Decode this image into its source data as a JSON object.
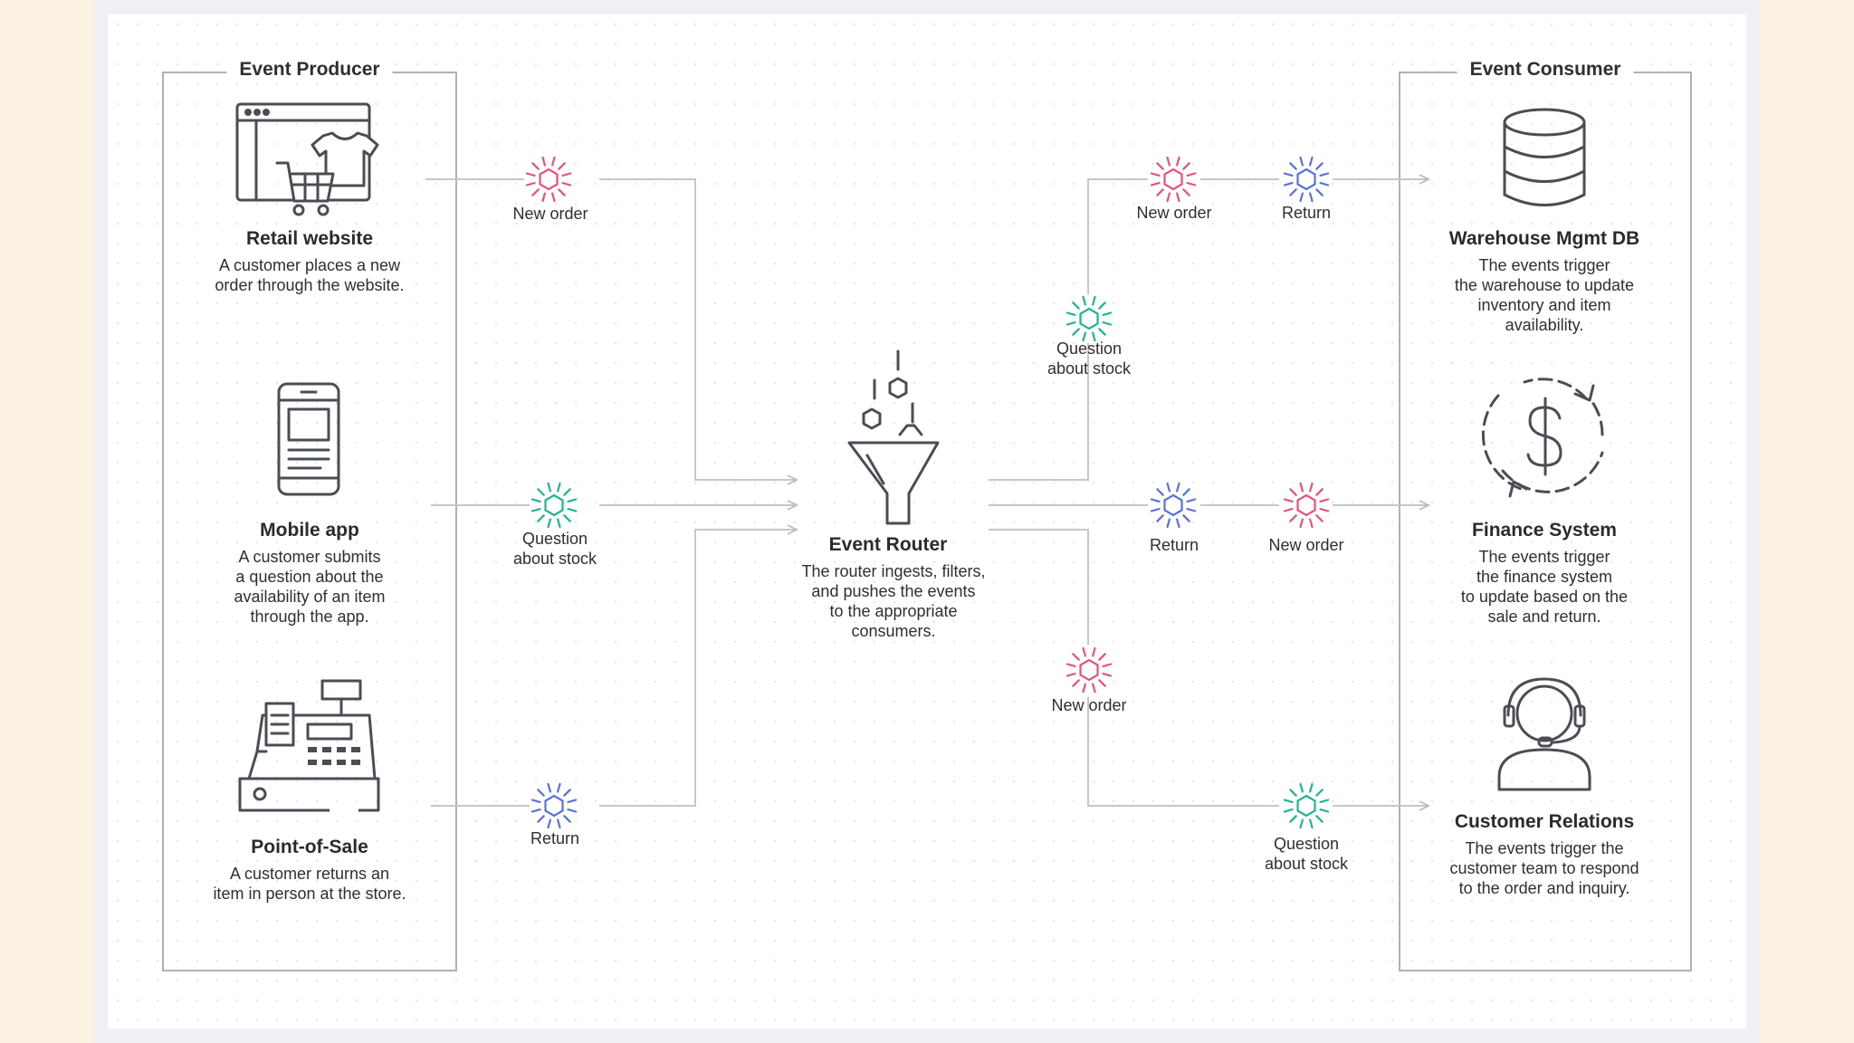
{
  "producer": {
    "title": "Event Producer",
    "nodes": [
      {
        "title": "Retail website",
        "desc_lines": [
          "A customer places a new",
          "order through the website."
        ],
        "icon": "retail-website-icon"
      },
      {
        "title": "Mobile app",
        "desc_lines": [
          "A customer submits",
          "a question about the",
          "availability of an item",
          "through the app."
        ],
        "icon": "mobile-phone-icon"
      },
      {
        "title": "Point-of-Sale",
        "desc_lines": [
          "A customer returns an",
          "item in person at the store."
        ],
        "icon": "cash-register-icon"
      }
    ]
  },
  "router": {
    "title": "Event Router",
    "desc_lines": [
      "The router ingests, filters,",
      "and pushes the events",
      "to the appropriate",
      "consumers."
    ],
    "icon": "funnel-icon"
  },
  "consumer": {
    "title": "Event Consumer",
    "nodes": [
      {
        "title": "Warehouse Mgmt DB",
        "desc_lines": [
          "The events trigger",
          "the warehouse to update",
          "inventory and item",
          "availability."
        ],
        "icon": "database-icon"
      },
      {
        "title": "Finance System",
        "desc_lines": [
          "The events trigger",
          "the finance system",
          "to update based on the",
          "sale and return."
        ],
        "icon": "dollar-cycle-icon"
      },
      {
        "title": "Customer Relations",
        "desc_lines": [
          "The events trigger the",
          "customer team to respond",
          "to the order and inquiry."
        ],
        "icon": "headset-agent-icon"
      }
    ]
  },
  "events": {
    "producer_side": [
      {
        "label_lines": [
          "New order"
        ],
        "type": "new-order"
      },
      {
        "label_lines": [
          "Question",
          "about stock"
        ],
        "type": "question"
      },
      {
        "label_lines": [
          "Return"
        ],
        "type": "return"
      }
    ],
    "consumer_side": [
      {
        "label_lines": [
          "New order"
        ],
        "type": "new-order"
      },
      {
        "label_lines": [
          "Return"
        ],
        "type": "return"
      },
      {
        "label_lines": [
          "Question",
          "about stock"
        ],
        "type": "question"
      },
      {
        "label_lines": [
          "Return"
        ],
        "type": "return"
      },
      {
        "label_lines": [
          "New order"
        ],
        "type": "new-order"
      },
      {
        "label_lines": [
          "New order"
        ],
        "type": "new-order"
      },
      {
        "label_lines": [
          "Question",
          "about stock"
        ],
        "type": "question"
      }
    ]
  },
  "colors": {
    "new-order": "#e8507d",
    "question": "#1fb58d",
    "return": "#5a6fe0",
    "line": "#c4c7cc",
    "box": "#aeb1b6",
    "icon": "#4a4e54"
  }
}
